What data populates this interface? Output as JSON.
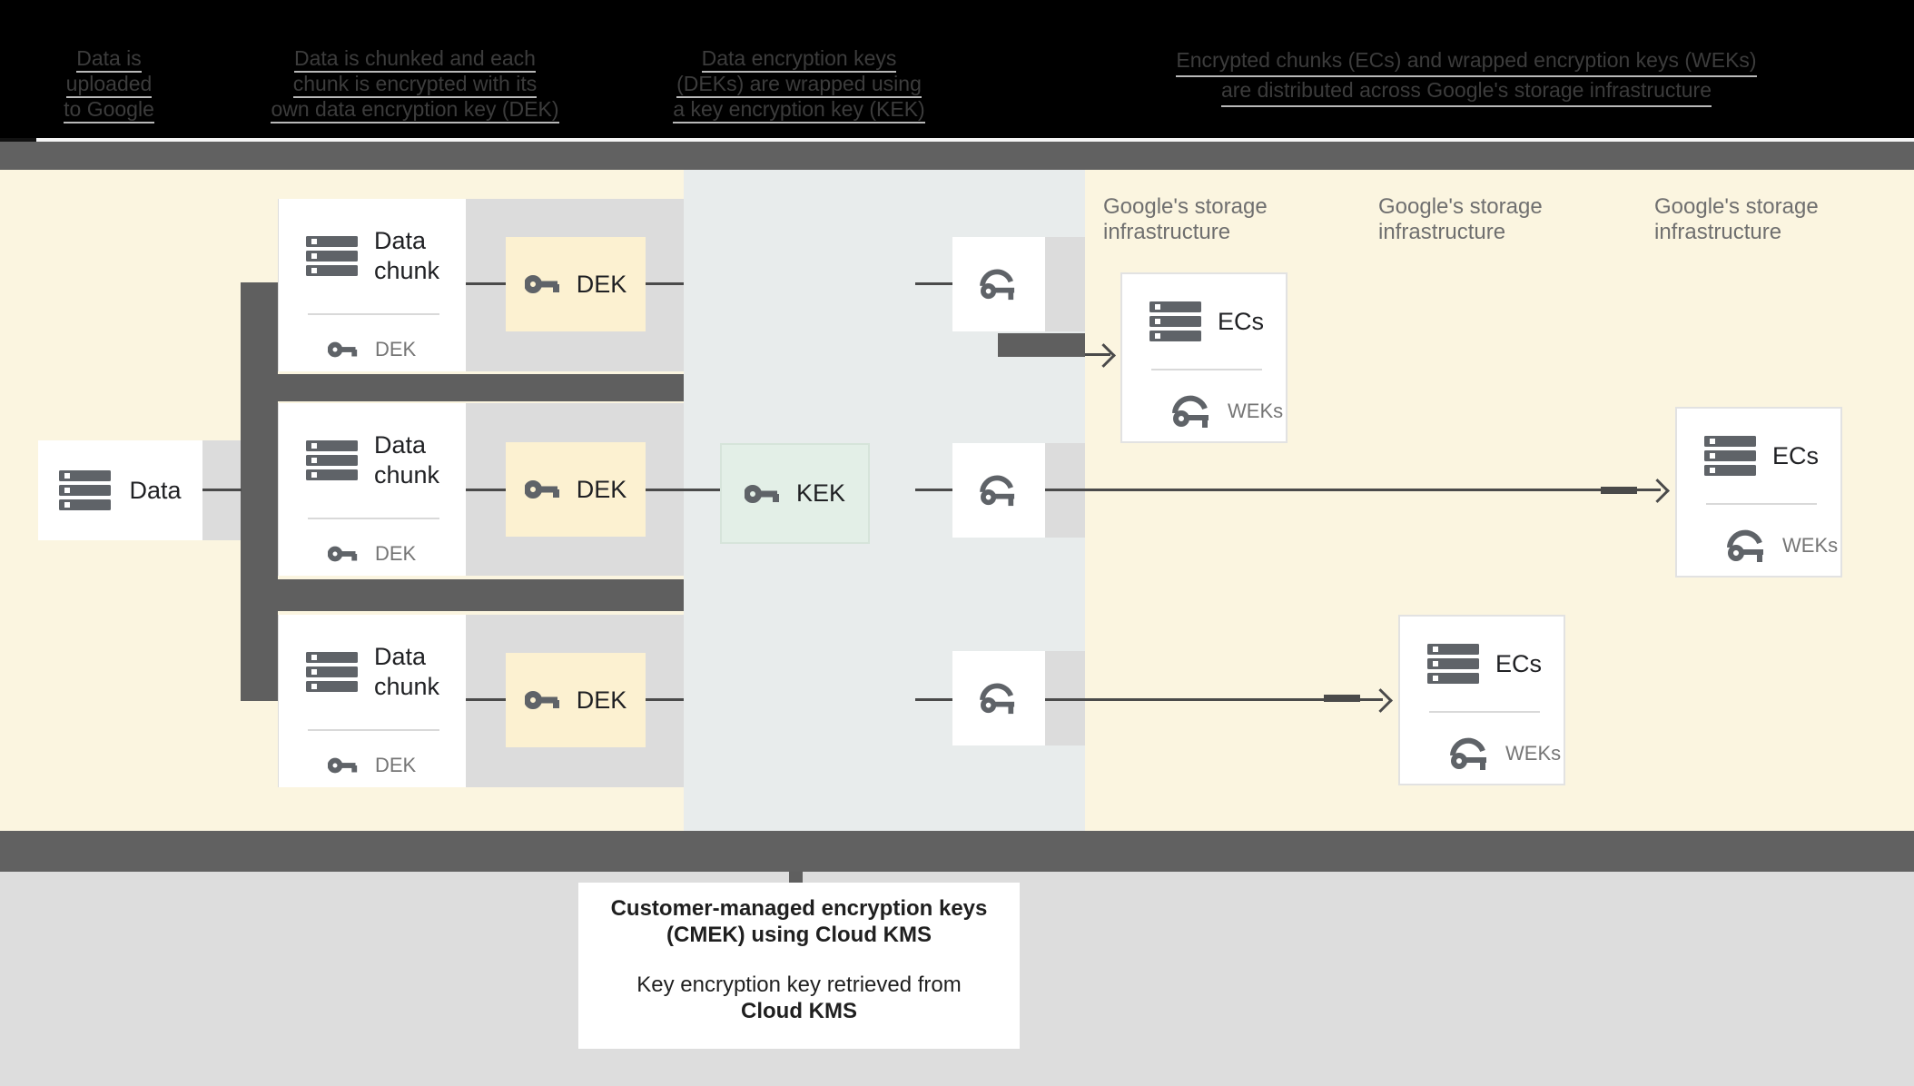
{
  "header": {
    "columns": [
      {
        "lines": [
          "Data is",
          "uploaded",
          "to Google"
        ]
      },
      {
        "lines": [
          "Data is chunked and each",
          "chunk is encrypted with its",
          "own data encryption key (DEK)"
        ]
      },
      {
        "lines": [
          "Data encryption keys",
          "(DEKs) are wrapped using",
          "a key encryption key (KEK)"
        ]
      },
      {
        "lines": [
          "Encrypted chunks (ECs) and wrapped encryption keys (WEKs)",
          "are distributed across Google's storage infrastructure"
        ]
      }
    ]
  },
  "diagram": {
    "data_box_label": "Data",
    "chunk_box_title": "Data chunk",
    "chunk_key_label": "DEK",
    "dek_box_label": "DEK",
    "kek_box_label": "KEK",
    "ecs_box_title": "ECs",
    "ecs_key_label": "WEKs",
    "storage_label": {
      "line1": "Google's storage",
      "line2": "infrastructure"
    }
  },
  "caption": {
    "line1": "Customer-managed encryption keys",
    "line2": "(CMEK) using Cloud KMS",
    "line3": "Key encryption key retrieved from",
    "line4": "Cloud KMS"
  },
  "colors": {
    "header_bg": "#000000",
    "gray_bar": "#616161",
    "cream_region": "#FBF5E0",
    "blue_gray_region": "#E8ECEC",
    "dek_box_cream": "#FCF1D1",
    "kek_box_green": "#E3EFE7",
    "band_gray": "#DCDCDC",
    "pipe_gray": "#5F5F5F",
    "bottom_bg": "#DDDDDD",
    "icon_gray": "#5F6368",
    "text_dark": "#202124",
    "text_gray": "#757575",
    "storage_label_gray": "#6F6F6F",
    "connector": "#4A4A4A"
  }
}
